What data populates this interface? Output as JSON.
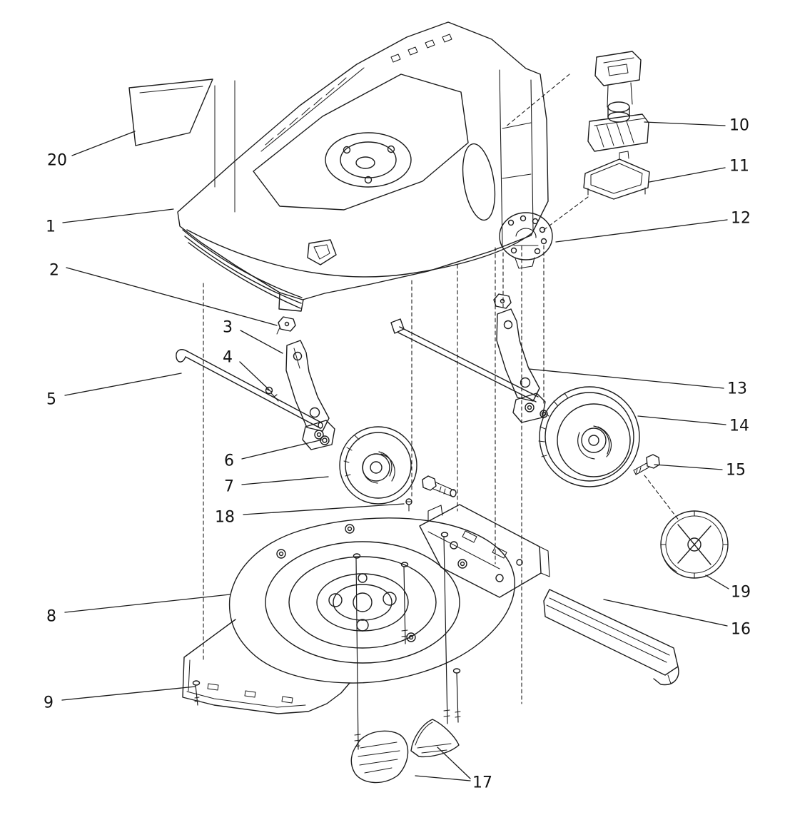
{
  "page": {
    "background": "#ffffff",
    "line_color": "#1c1c1c"
  },
  "diagram": {
    "type": "exploded-parts-diagram",
    "callouts": [
      {
        "id": 1,
        "label": "1"
      },
      {
        "id": 2,
        "label": "2"
      },
      {
        "id": 3,
        "label": "3"
      },
      {
        "id": 4,
        "label": "4"
      },
      {
        "id": 5,
        "label": "5"
      },
      {
        "id": 6,
        "label": "6"
      },
      {
        "id": 7,
        "label": "7"
      },
      {
        "id": 8,
        "label": "8"
      },
      {
        "id": 9,
        "label": "9"
      },
      {
        "id": 10,
        "label": "10"
      },
      {
        "id": 11,
        "label": "11"
      },
      {
        "id": 12,
        "label": "12"
      },
      {
        "id": 13,
        "label": "13"
      },
      {
        "id": 14,
        "label": "14"
      },
      {
        "id": 15,
        "label": "15"
      },
      {
        "id": 16,
        "label": "16"
      },
      {
        "id": 17,
        "label": "17"
      },
      {
        "id": 18,
        "label": "18"
      },
      {
        "id": 19,
        "label": "19"
      },
      {
        "id": 20,
        "label": "20"
      }
    ]
  }
}
